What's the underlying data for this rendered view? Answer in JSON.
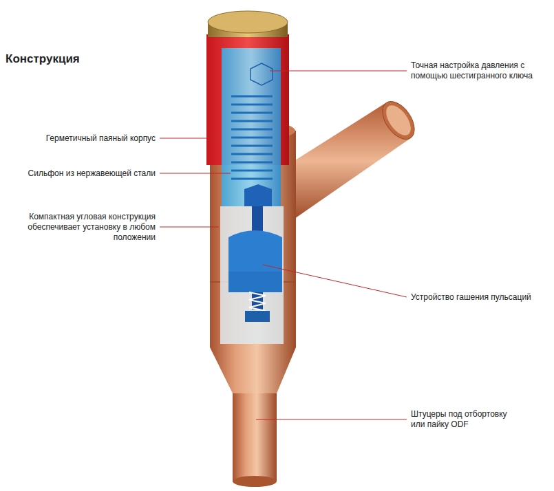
{
  "diagram": {
    "title": "Конструкция",
    "labels": [
      "Точная настройка давления с помощью шестигранного ключа",
      "Герметичный паяный корпус",
      "Сильфон из нержавеющей стали",
      "Компактная угловая конструкция обеспечивает установку в любом положении",
      "Устройство гашения пульсаций",
      "Штуцеры под отбортовку или пайку ODF"
    ]
  }
}
